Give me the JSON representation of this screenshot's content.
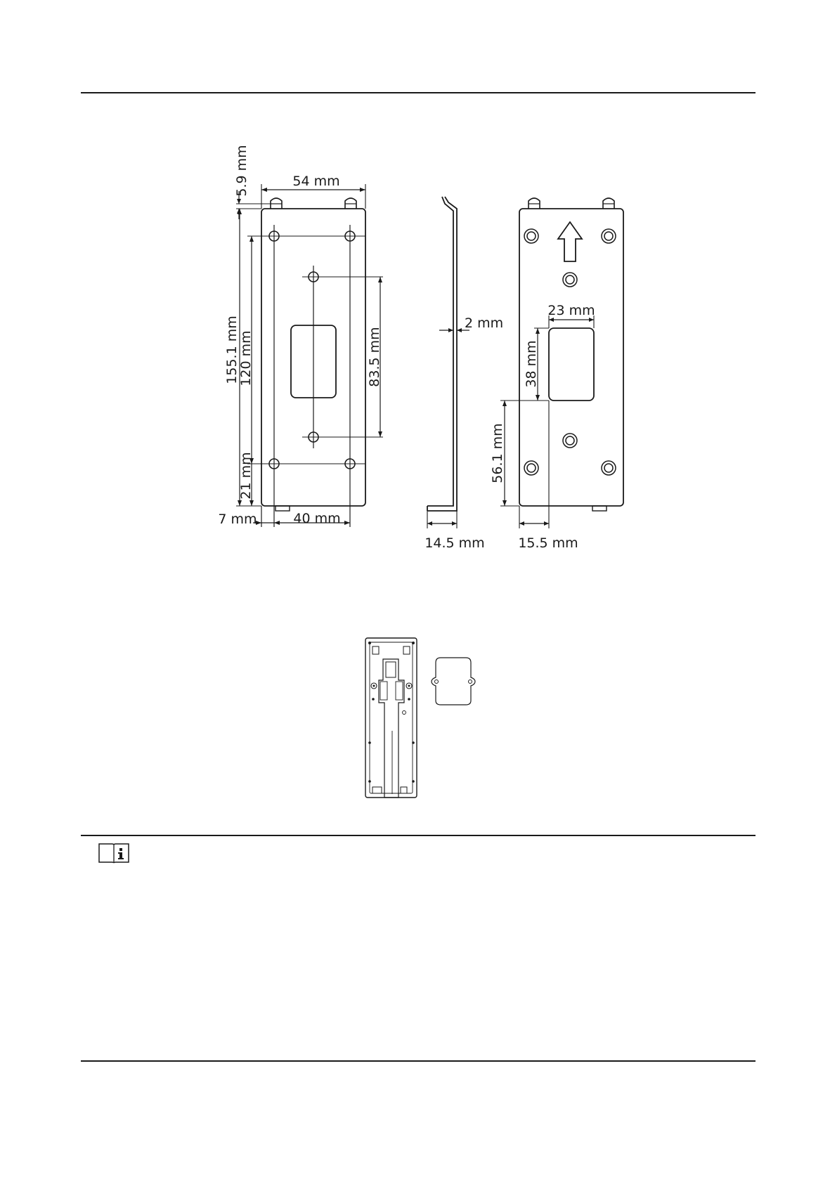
{
  "drawing": {
    "front_view": {
      "width_label": "54 mm",
      "top_gap_label": "5.9 mm",
      "total_height_label": "155.1 mm",
      "hole_pitch_label": "120 mm",
      "center_pitch_label": "83.5 mm",
      "bottom_gap_label": "21 mm",
      "left_offset_label": "7 mm",
      "hole_span_label": "40 mm"
    },
    "side_view": {
      "thickness_label": "2 mm",
      "foot_label": "14.5 mm"
    },
    "back_view": {
      "slot_width_label": "23 mm",
      "slot_height_label": "38 mm",
      "slot_offset_label": "56.1 mm",
      "left_offset_label": "15.5 mm"
    }
  },
  "note": {
    "icon": "note-book-info-icon"
  }
}
